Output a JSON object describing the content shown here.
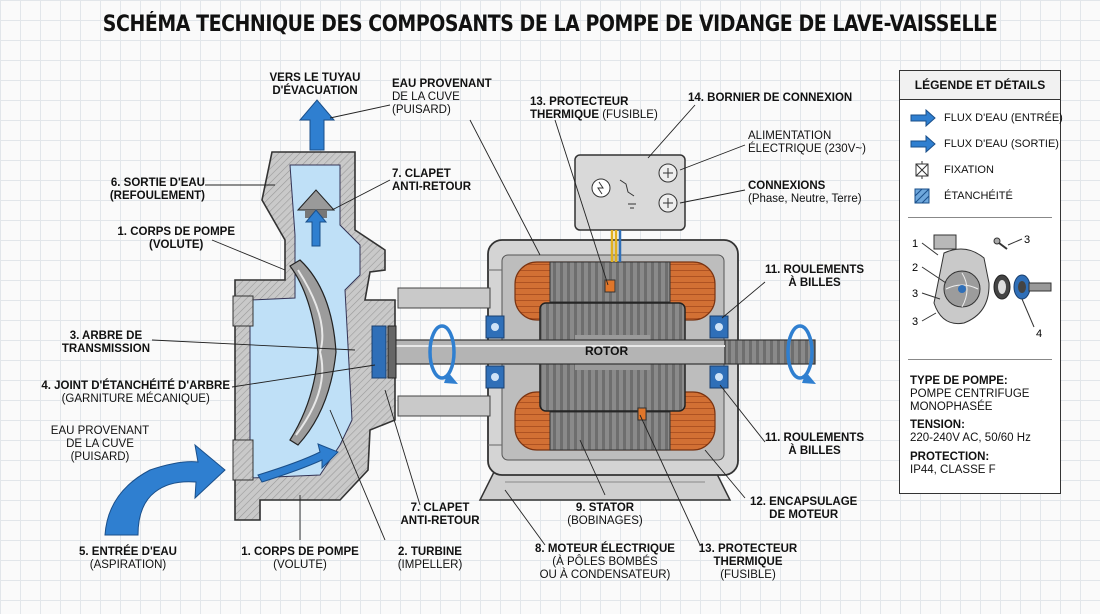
{
  "title": "SCHÉMA TECHNIQUE DES COMPOSANTS DE LA POMPE DE VIDANGE DE LAVE-VAISSELLE",
  "labels": {
    "vers_tuyau": {
      "l1": "VERS LE TUYAU",
      "l2": "D'ÉVACUATION"
    },
    "eau_cuve_top": {
      "l1": "EAU PROVENANT",
      "l2": "DE LA CUVE",
      "l3": "(PUISARD)"
    },
    "sortie": {
      "l1": "6. SORTIE D'EAU",
      "l2": "(REFOULEMENT)"
    },
    "corps_top": {
      "l1": "1. CORPS DE POMPE",
      "l2": "(VOLUTE)"
    },
    "clapet_top": {
      "l1": "7. CLAPET",
      "l2": "ANTI-RETOUR"
    },
    "arbre": {
      "l1": "3. ARBRE DE",
      "l2": "TRANSMISSION"
    },
    "joint": {
      "l1": "4. JOINT D'ÉTANCHÉITÉ D'ARBRE",
      "l2": "(GARNITURE MÉCANIQUE)"
    },
    "eau_cuve_left": {
      "l1": "EAU PROVENANT",
      "l2": "DE LA CUVE",
      "l3": "(PUISARD)"
    },
    "entree": {
      "l1": "5. ENTRÉE D'EAU",
      "l2": "(ASPIRATION)"
    },
    "corps_bottom": {
      "l1": "1. CORPS DE POMPE",
      "l2": "(VOLUTE)"
    },
    "turbine": {
      "l1": "2. TURBINE",
      "l2": "(IMPELLER)"
    },
    "clapet_bottom": {
      "l1": "7. CLAPET",
      "l2": "ANTI-RETOUR"
    },
    "stator": {
      "l1": "9. STATOR",
      "l2": "(BOBINAGES)"
    },
    "moteur": {
      "l1": "8. MOTEUR ÉLECTRIQUE",
      "l2": "(À PÔLES BOMBÉS",
      "l3": "OU À CONDENSATEUR)"
    },
    "protecteur_bottom": {
      "l1": "13. PROTECTEUR",
      "l2": "THERMIQUE",
      "l3": "(FUSIBLE)"
    },
    "encapsulage": {
      "l1": "12. ENCAPSULAGE",
      "l2": "DE MOTEUR"
    },
    "roulements_bottom": {
      "l1": "11. ROULEMENTS",
      "l2": "À BILLES"
    },
    "roulements_top": {
      "l1": "11. ROULEMENTS",
      "l2": "À BILLES"
    },
    "protecteur_top": {
      "l1": "13. PROTECTEUR",
      "l2": "THERMIQUE",
      "l3": "(FUSIBLE)"
    },
    "bornier": {
      "l1": "14. BORNIER DE CONNEXION"
    },
    "alimentation": {
      "l1": "ALIMENTATION",
      "l2": "ÉLECTRIQUE (230V~)"
    },
    "connexions": {
      "l1": "CONNEXIONS",
      "l2": "(Phase, Neutre, Terre)"
    },
    "rotor": "ROTOR"
  },
  "legend": {
    "title": "LÉGENDE ET DÉTAILS",
    "items": [
      {
        "icon": "flow-in-arrow-icon",
        "text": "FLUX D'EAU (ENTRÉE)"
      },
      {
        "icon": "flow-out-arrow-icon",
        "text": "FLUX D'EAU (SORTIE)"
      },
      {
        "icon": "fixation-icon",
        "text": "FIXATION"
      },
      {
        "icon": "sealing-icon",
        "text": "ÉTANCHÉITÉ"
      }
    ],
    "exploded_numbers": [
      "1",
      "2",
      "3",
      "3",
      "3",
      "4"
    ],
    "specs": [
      {
        "key": "TYPE DE POMPE:",
        "value1": "POMPE CENTRIFUGE",
        "value2": "MONOPHASÉE"
      },
      {
        "key": "TENSION:",
        "value1": "220-240V AC, 50/60 Hz"
      },
      {
        "key": "PROTECTION:",
        "value1": "IP44, CLASSE F"
      }
    ]
  },
  "colors": {
    "water": "#bfe0f7",
    "arrow": "#2f7fd0",
    "housing": "#c4c4c4",
    "copper": "#c8622a",
    "seal": "#2f6fb8"
  }
}
